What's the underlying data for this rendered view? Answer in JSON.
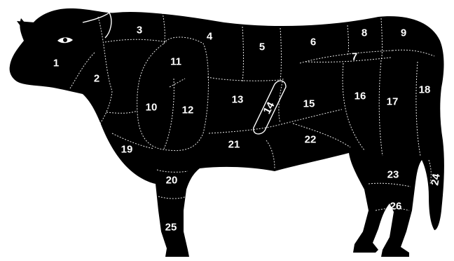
{
  "labels": {
    "cut_1": "1",
    "cut_2": "2",
    "cut_3": "3",
    "cut_4": "4",
    "cut_5": "5",
    "cut_6": "6",
    "cut_7": "7",
    "cut_8": "8",
    "cut_9": "9",
    "cut_10": "10",
    "cut_11": "11",
    "cut_12": "12",
    "cut_13": "13",
    "cut_14": "14",
    "cut_15": "15",
    "cut_16": "16",
    "cut_17": "17",
    "cut_18": "18",
    "cut_19": "19",
    "cut_20": "20",
    "cut_21": "21",
    "cut_22": "22",
    "cut_23": "23",
    "cut_24": "24",
    "cut_25": "25",
    "cut_26": "26"
  },
  "colors": {
    "silhouette": "#000000",
    "lines_and_labels": "#ffffff",
    "background": "#ffffff"
  }
}
